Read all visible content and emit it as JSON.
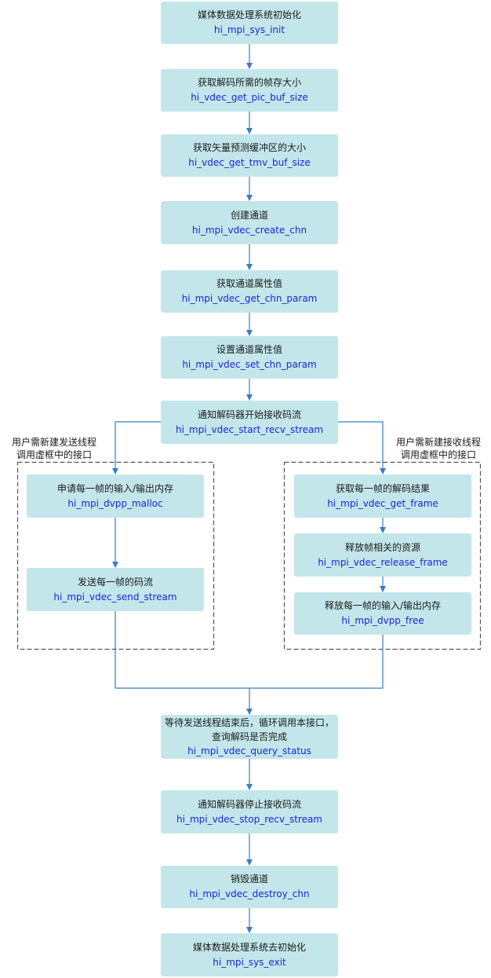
{
  "steps": [
    {
      "label": "媒体数据处理系统初始化",
      "api": "hi_mpi_sys_init"
    },
    {
      "label": "获取解码所需的帧存大小",
      "api": "hi_vdec_get_pic_buf_size"
    },
    {
      "label": "获取矢量预测缓冲区的大小",
      "api": "hi_vdec_get_tmv_buf_size"
    },
    {
      "label": "创建通道",
      "api": "hi_mpi_vdec_create_chn"
    },
    {
      "label": "获取通道属性值",
      "api": "hi_mpi_vdec_get_chn_param"
    },
    {
      "label": "设置通道属性值",
      "api": "hi_mpi_vdec_set_chn_param"
    },
    {
      "label": "通知解码器开始接收码流",
      "api": "hi_mpi_vdec_start_recv_stream"
    },
    {
      "label": "等待发送线程结束后，循环调用本接口，",
      "label2": "查询解码是否完成",
      "api": "hi_mpi_vdec_query_status"
    },
    {
      "label": "通知解码器停止接收码流",
      "api": "hi_mpi_vdec_stop_recv_stream"
    },
    {
      "label": "销毁通道",
      "api": "hi_mpi_vdec_destroy_chn"
    },
    {
      "label": "媒体数据处理系统去初始化",
      "api": "hi_mpi_sys_exit"
    }
  ],
  "send_thread": {
    "note_line1": "用户需新建发送线程",
    "note_line2": "调用虚框中的接口",
    "steps": [
      {
        "label": "申请每一帧的输入/输出内存",
        "api": "hi_mpi_dvpp_malloc"
      },
      {
        "label": "发送每一帧的码流",
        "api": "hi_mpi_vdec_send_stream"
      }
    ]
  },
  "recv_thread": {
    "note_line1": "用户需新建接收线程",
    "note_line2": "调用虚框中的接口",
    "steps": [
      {
        "label": "获取每一帧的解码结果",
        "api": "hi_mpi_vdec_get_frame"
      },
      {
        "label": "释放帧相关的资源",
        "api": "hi_mpi_vdec_release_frame"
      },
      {
        "label": "释放每一帧的输入/输出内存",
        "api": "hi_mpi_dvpp_free"
      }
    ]
  },
  "colors": {
    "box_fill": "#c3e6ea",
    "function_text": "#1f22d8",
    "connector": "#3a7cc3",
    "dashed_border": "#555555"
  }
}
